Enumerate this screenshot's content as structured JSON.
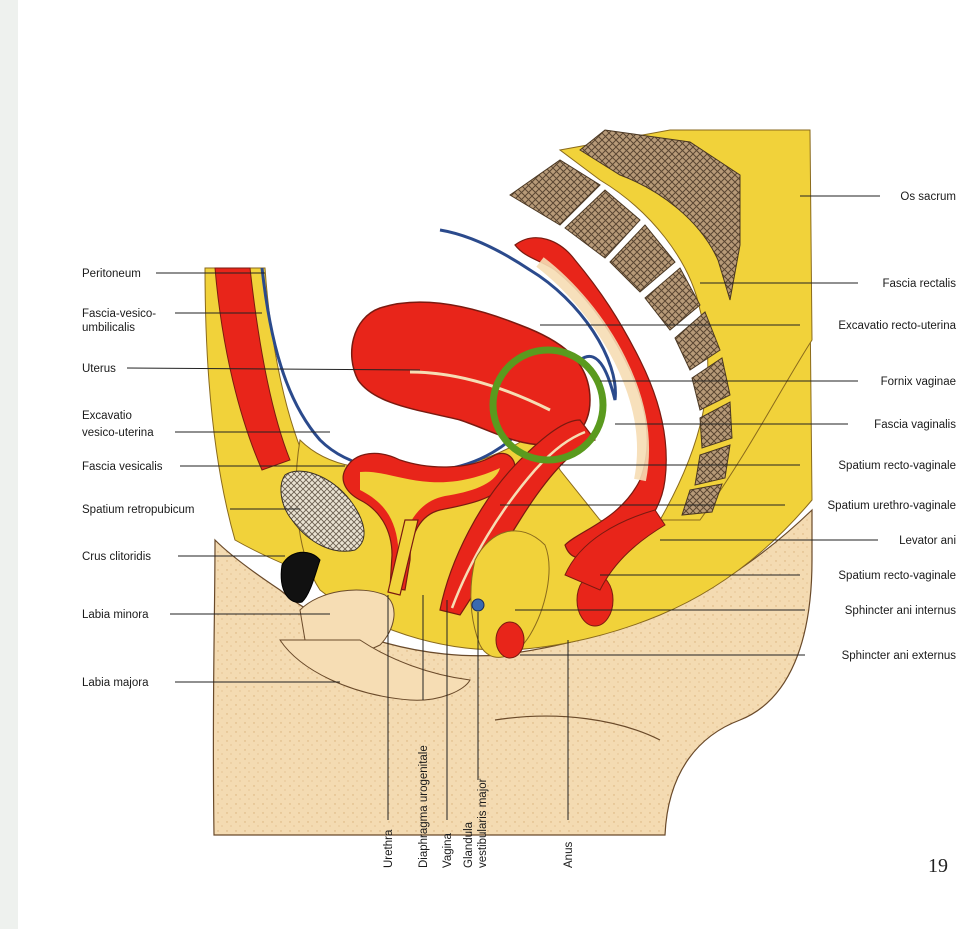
{
  "page_number": "19",
  "colors": {
    "muscle": "#e8251a",
    "fat": "#f1d23a",
    "skin": "#f6ddb4",
    "bone": "#c9a86a",
    "peritoneum_line": "#2b4a8c",
    "highlight_circle": "#5a9a1e"
  },
  "labels_left": [
    {
      "id": "peritoneum",
      "text": "Peritoneum"
    },
    {
      "id": "fascia-vesico-umbilicalis-1",
      "text": "Fascia-vesico-"
    },
    {
      "id": "fascia-vesico-umbilicalis-2",
      "text": "umbilicalis"
    },
    {
      "id": "uterus",
      "text": "Uterus"
    },
    {
      "id": "excavatio-vesico-uterina-1",
      "text": "Excavatio"
    },
    {
      "id": "excavatio-vesico-uterina-2",
      "text": "vesico-uterina"
    },
    {
      "id": "fascia-vesicalis",
      "text": "Fascia vesicalis"
    },
    {
      "id": "spatium-retropubicum",
      "text": "Spatium retropubicum"
    },
    {
      "id": "crus-clitoridis",
      "text": "Crus clitoridis"
    },
    {
      "id": "labia-minora",
      "text": "Labia minora"
    },
    {
      "id": "labia-majora",
      "text": "Labia majora"
    }
  ],
  "labels_right": [
    {
      "id": "os-sacrum",
      "text": "Os sacrum"
    },
    {
      "id": "fascia-rectalis",
      "text": "Fascia rectalis"
    },
    {
      "id": "excavatio-recto-uterina",
      "text": "Excavatio recto-uterina"
    },
    {
      "id": "fornix-vaginae",
      "text": "Fornix vaginae"
    },
    {
      "id": "fascia-vaginalis",
      "text": "Fascia vaginalis"
    },
    {
      "id": "spatium-recto-vaginale-1",
      "text": "Spatium recto-vaginale"
    },
    {
      "id": "spatium-urethro-vaginale",
      "text": "Spatium urethro-vaginale"
    },
    {
      "id": "levator-ani",
      "text": "Levator ani"
    },
    {
      "id": "spatium-recto-vaginale-2",
      "text": "Spatium recto-vaginale"
    },
    {
      "id": "sphincter-ani-internus",
      "text": "Sphincter ani internus"
    },
    {
      "id": "sphincter-ani-externus",
      "text": "Sphincter ani externus"
    }
  ],
  "labels_bottom": [
    {
      "id": "urethra",
      "text": "Urethra"
    },
    {
      "id": "diaphragma-urogenitale",
      "text": "Diaphragma urogenitale"
    },
    {
      "id": "vagina",
      "text": "Vagina"
    },
    {
      "id": "glandula-1",
      "text": "Glandula"
    },
    {
      "id": "glandula-2",
      "text": "vestibularis major"
    },
    {
      "id": "anus",
      "text": "Anus"
    }
  ]
}
